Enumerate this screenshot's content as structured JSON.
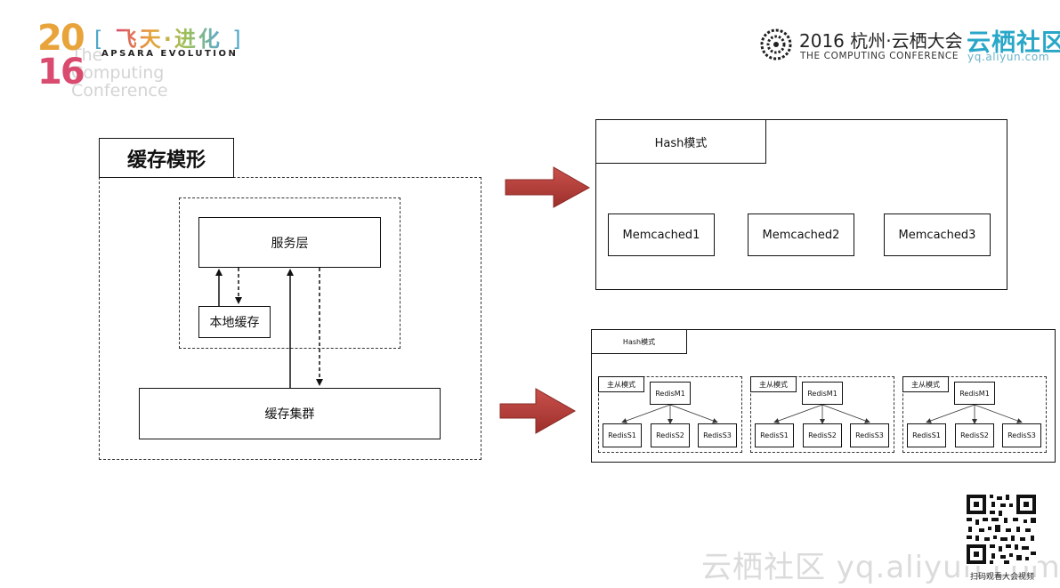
{
  "header_left": {
    "year_top": "20",
    "year_bottom": "16",
    "slogan_open": "[",
    "slogan": "飞天·进化",
    "slogan_close": "]",
    "sub": "APSARA EVOLUTION",
    "faint_line1": "The",
    "faint_line2": "Computing",
    "faint_line3": "Conference"
  },
  "header_right": {
    "conference": "2016 杭州·云栖大会",
    "conference_en": "THE COMPUTING CONFERENCE",
    "brand": "云栖社区",
    "url": "yq.aliyun.com"
  },
  "diagram": {
    "model_title": "缓存模形",
    "service_layer": "服务层",
    "local_cache": "本地缓存",
    "cache_cluster": "缓存集群"
  },
  "hash_panel": {
    "title": "Hash模式",
    "nodes": [
      "Memcached1",
      "Memcached2",
      "Memcached3"
    ]
  },
  "redis_panel": {
    "title": "Hash模式",
    "groups": [
      {
        "label": "主从模式",
        "master": "RedisM1",
        "slaves": [
          "RedisS1",
          "RedisS2",
          "RedisS3"
        ]
      },
      {
        "label": "主从模式",
        "master": "RedisM1",
        "slaves": [
          "RedisS1",
          "RedisS2",
          "RedisS3"
        ]
      },
      {
        "label": "主从模式",
        "master": "RedisM1",
        "slaves": [
          "RedisS1",
          "RedisS2",
          "RedisS3"
        ]
      }
    ]
  },
  "footer": {
    "watermark": "云栖社区 yq.aliyun.com",
    "qr_caption": "扫码观看大会视频"
  },
  "colors": {
    "arrow_red": "#b83a36",
    "brand_blue": "#29a7c8"
  }
}
